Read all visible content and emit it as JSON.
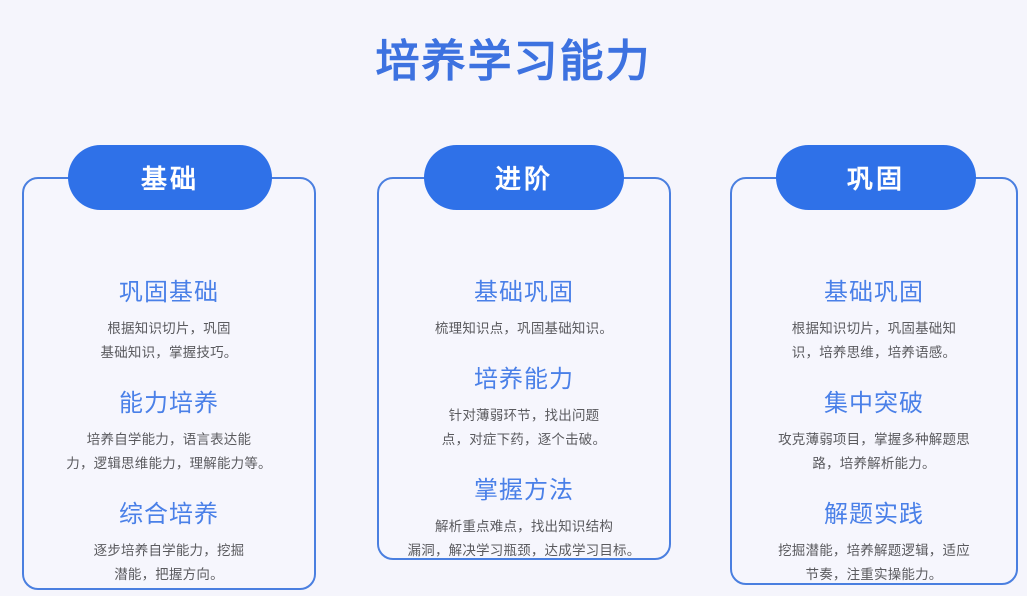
{
  "page": {
    "title": "培养学习能力",
    "background_color": "#f5f5fc",
    "accent_color": "#2f71e8",
    "title_color": "#3d72e0",
    "heading_color": "#4a80e8",
    "body_text_color": "#5a5a5e",
    "card_border_color": "#4a7fe0"
  },
  "cards": [
    {
      "badge": "基础",
      "items": [
        {
          "title": "巩固基础",
          "desc_lines": [
            "根据知识切片，巩固",
            "基础知识，掌握技巧。"
          ]
        },
        {
          "title": "能力培养",
          "desc_lines": [
            "培养自学能力，语言表达能",
            "力，逻辑思维能力，理解能力等。"
          ]
        },
        {
          "title": "综合培养",
          "desc_lines": [
            "逐步培养自学能力，挖掘",
            "潜能，把握方向。"
          ]
        }
      ]
    },
    {
      "badge": "进阶",
      "items": [
        {
          "title": "基础巩固",
          "desc_lines": [
            "梳理知识点，巩固基础知识。"
          ]
        },
        {
          "title": "培养能力",
          "desc_lines": [
            "针对薄弱环节，找出问题",
            "点，对症下药，逐个击破。"
          ]
        },
        {
          "title": "掌握方法",
          "desc_lines": [
            "解析重点难点，找出知识结构",
            "漏洞，解决学习瓶颈，达成学习目标。"
          ]
        }
      ]
    },
    {
      "badge": "巩固",
      "items": [
        {
          "title": "基础巩固",
          "desc_lines": [
            "根据知识切片，巩固基础知",
            "识，培养思维，培养语感。"
          ]
        },
        {
          "title": "集中突破",
          "desc_lines": [
            "攻克薄弱项目，掌握多种解题思",
            "路，培养解析能力。"
          ]
        },
        {
          "title": "解题实践",
          "desc_lines": [
            "挖掘潜能，培养解题逻辑，适应",
            "节奏，注重实操能力。"
          ]
        }
      ]
    }
  ]
}
